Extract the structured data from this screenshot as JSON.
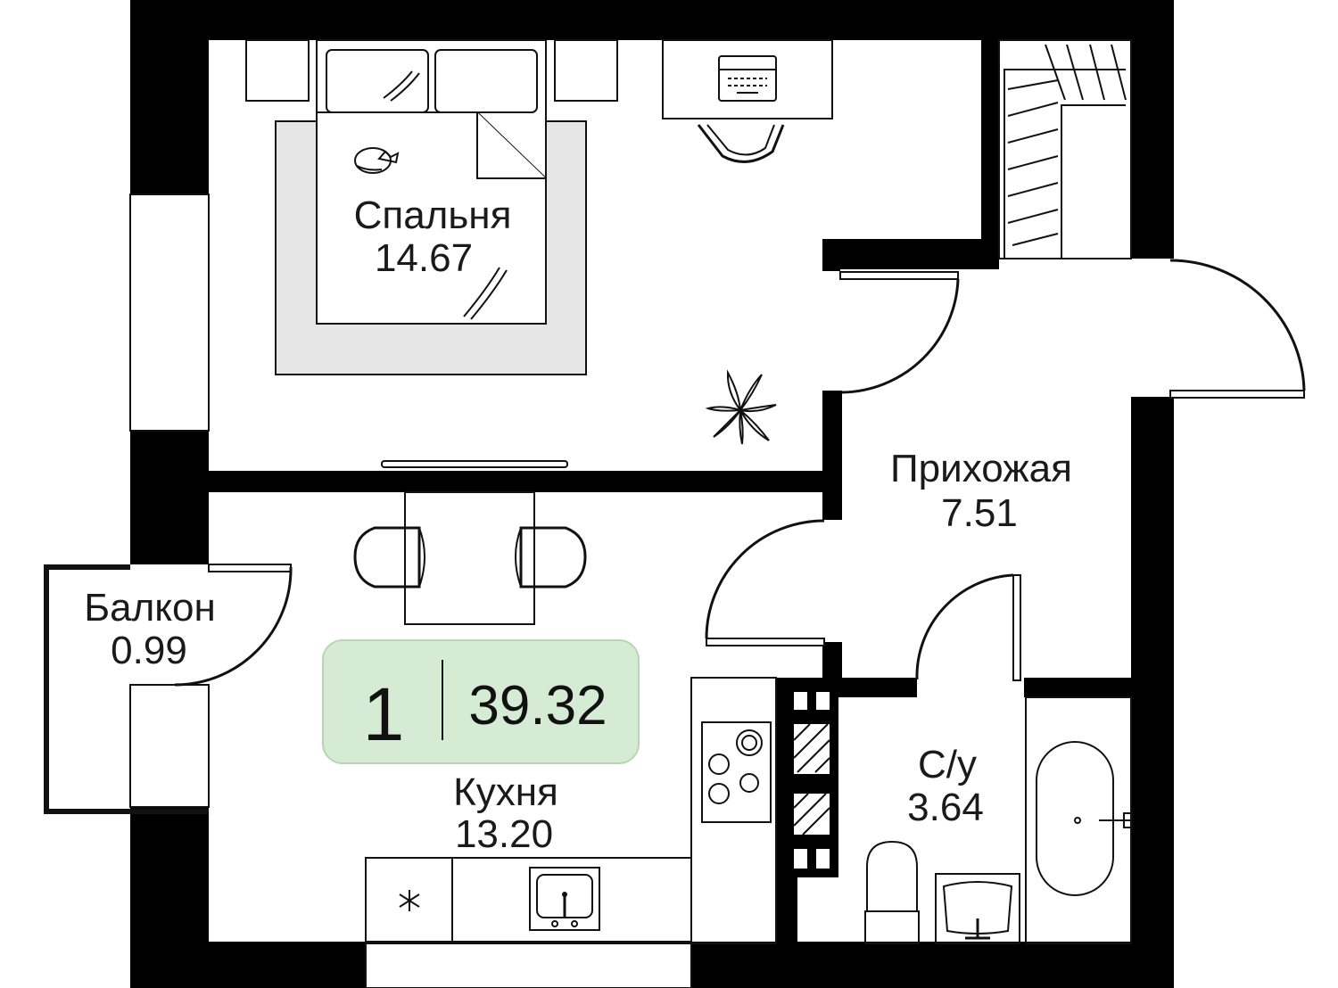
{
  "apartment": {
    "rooms_count": "1",
    "total_area": "39.32",
    "badge_color": "#d6ebd3"
  },
  "rooms": {
    "bedroom": {
      "name": "Спальня",
      "area": "14.67"
    },
    "hallway": {
      "name": "Прихожая",
      "area": "7.51"
    },
    "balcony": {
      "name": "Балкон",
      "area": "0.99"
    },
    "kitchen": {
      "name": "Кухня",
      "area": "13.20"
    },
    "bathroom": {
      "name": "С/у",
      "area": "3.64"
    }
  },
  "colors": {
    "wall": "#000000",
    "rug": "#e6e6e6",
    "badge_border": "#b9d6b4"
  }
}
